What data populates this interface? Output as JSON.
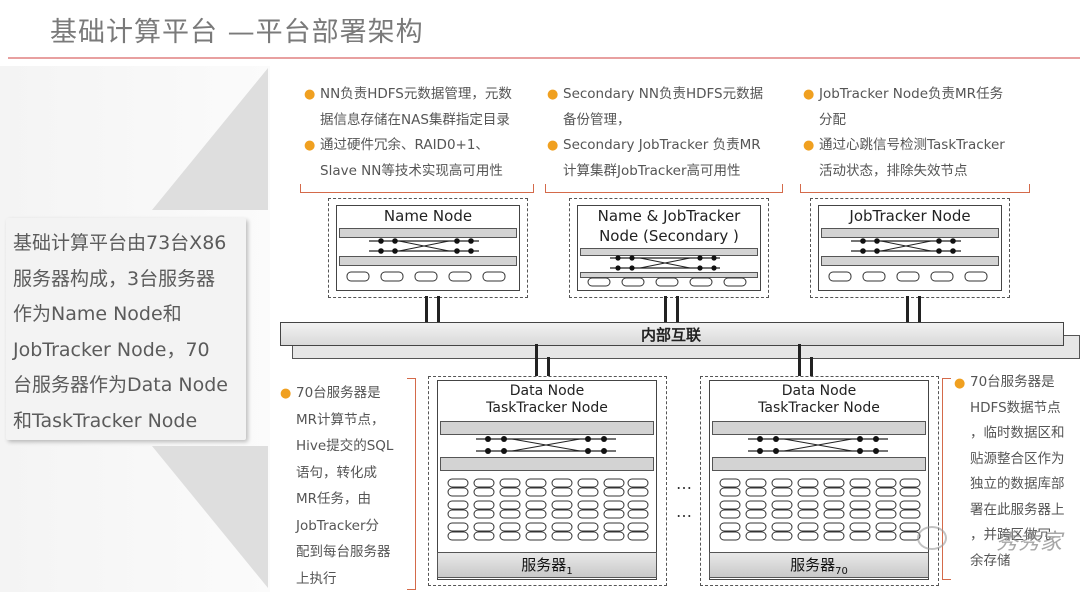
{
  "slide": {
    "title": "基础计算平台 —平台部署架构"
  },
  "left_panel": {
    "lines": [
      "基础计算平台由73台X86",
      "服务器构成，3台服务器",
      "作为Name Node和",
      "JobTracker  Node，70",
      "台服务器作为Data Node",
      "和TaskTracker Node"
    ]
  },
  "notes_top": [
    {
      "items": [
        [
          "NN负责HDFS元数据管理，元数",
          "据信息存储在NAS集群指定目录"
        ],
        [
          "通过硬件冗余、RAID0+1、",
          "Slave NN等技术实现高可用性"
        ]
      ]
    },
    {
      "items": [
        [
          "Secondary NN负责HDFS元数据",
          "备份管理，"
        ],
        [
          "Secondary JobTracker 负责MR",
          "计算集群JobTracker高可用性"
        ]
      ]
    },
    {
      "items": [
        [
          "JobTracker Node负责MR任务",
          "分配"
        ],
        [
          "通过心跳信号检测TaskTracker",
          "活动状态，排除失效节点"
        ]
      ]
    }
  ],
  "top_nodes": [
    {
      "label1": "Name Node",
      "label2": ""
    },
    {
      "label1": "Name & JobTracker",
      "label2": "Node (Secondary )"
    },
    {
      "label1": "JobTracker Node",
      "label2": ""
    }
  ],
  "bus": {
    "label": "内部互联"
  },
  "data_nodes": [
    {
      "line1": "Data  Node",
      "line2": "TaskTracker Node",
      "server_label": "服务器",
      "server_sub": "1"
    },
    {
      "line1": "Data  Node",
      "line2": "TaskTracker Node",
      "server_label": "服务器",
      "server_sub": "70"
    }
  ],
  "ellipsis": "…",
  "note_left": {
    "lines": [
      "70台服务器是",
      "MR计算节点，",
      "Hive提交的SQL",
      "语句，转化成",
      "MR任务，由",
      "JobTracker分",
      "配到每台服务器",
      "上执行"
    ]
  },
  "note_right": {
    "lines": [
      "70台服务器是",
      "HDFS数据节点",
      "，临时数据区和",
      "贴源整合区作为",
      "独立的数据库部",
      "署在此服务器上",
      "，并跨区做冗",
      "余存储"
    ]
  },
  "watermark": "秀秀家",
  "colors": {
    "bullet": "#f0a020",
    "bracket": "#d46a4a",
    "rule": "#e8a0a0"
  }
}
